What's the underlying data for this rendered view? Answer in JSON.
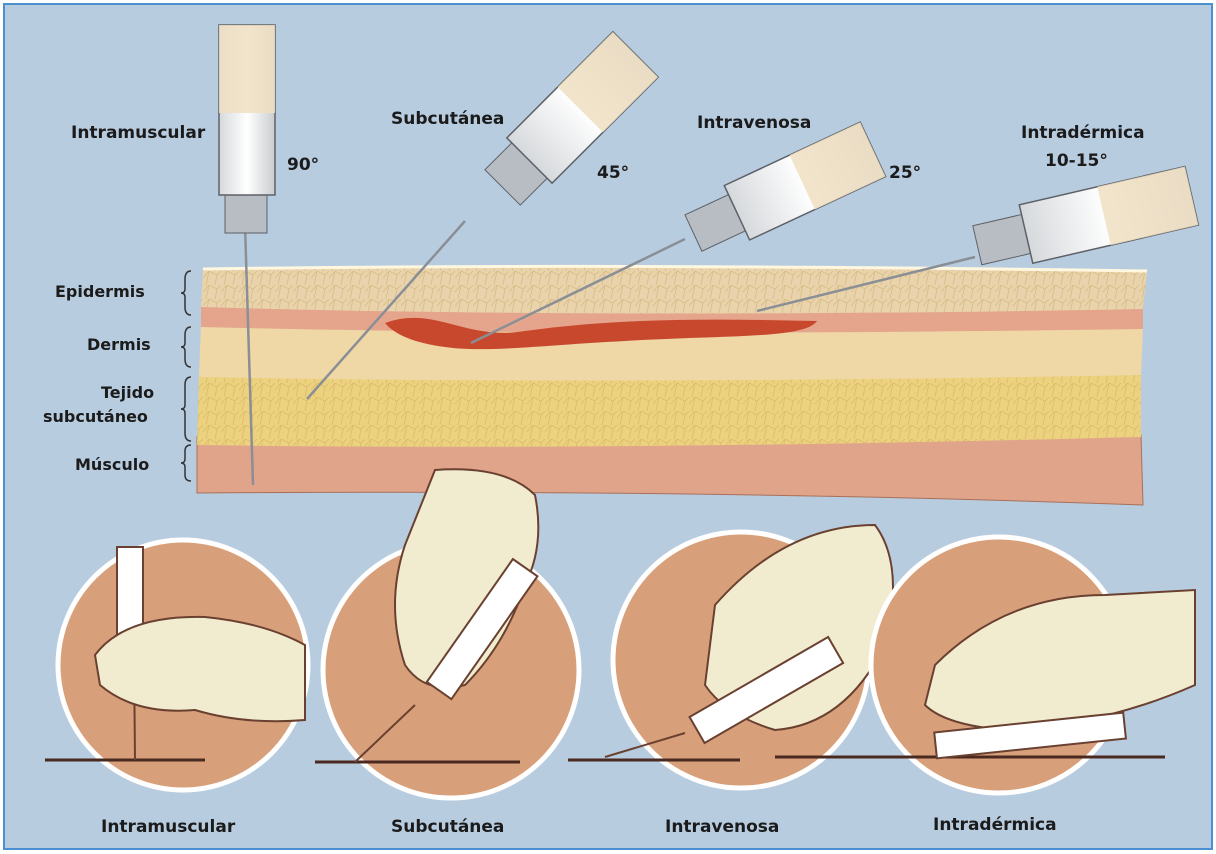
{
  "top_labels": {
    "intramuscular": "Intramuscular",
    "subcutanea": "Subcutánea",
    "intravenosa": "Intravenosa",
    "intradermica": "Intradérmica"
  },
  "angles": {
    "intramuscular": "90°",
    "subcutanea": "45°",
    "intravenosa": "25°",
    "intradermica": "10-15°"
  },
  "layers": {
    "epidermis": "Epidermis",
    "dermis": "Dermis",
    "tejido_line1": "Tejido",
    "tejido_line2": "subcutáneo",
    "musculo": "Músculo"
  },
  "bottom_labels": {
    "intramuscular": "Intramuscular",
    "subcutanea": "Subcutánea",
    "intravenosa": "Intravenosa",
    "intradermica": "Intradérmica"
  },
  "colors": {
    "background": "#b8cce0",
    "border": "#4a90d0",
    "epidermis": "#e9d3ad",
    "dermis_band": "#e4a58c",
    "dermis": "#f0d7a6",
    "subcutaneous": "#ecd27e",
    "muscle": "#e0a48a",
    "vein": "#c8482e",
    "circle": "#d8a07a",
    "glove": "#f1ecd0"
  }
}
